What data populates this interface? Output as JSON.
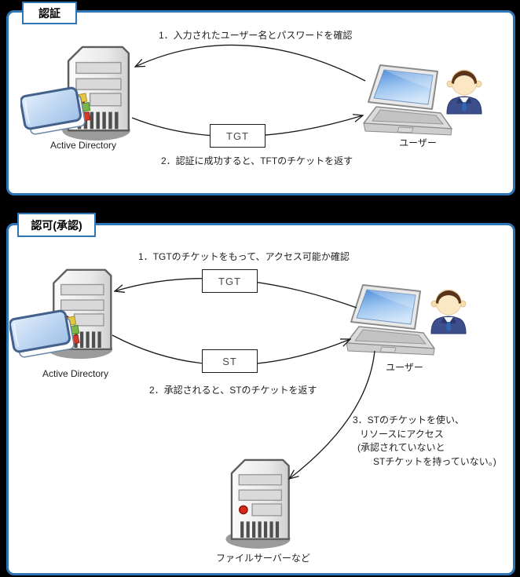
{
  "colors": {
    "background": "#000000",
    "panel_border": "#2E75B6",
    "panel_bg": "#FFFFFF",
    "arrow": "#1a1a1a",
    "led_red": "#d6281c",
    "screen_blue": "#7fb2e8",
    "book_blue": "#b9d3f0",
    "suit_blue": "#3c4f8c"
  },
  "icons": {
    "active_directory": "server-tower-with-directory-book",
    "user": "laptop-and-person",
    "file_server": "server-tower"
  },
  "auth_panel": {
    "title": "認証",
    "step1": "1．入力されたユーザー名とパスワードを確認",
    "ticket": "TGT",
    "step2": "2．認証に成功すると、TFTのチケットを返す",
    "server_label": "Active Directory",
    "user_label": "ユーザー"
  },
  "authz_panel": {
    "title": "認可(承認)",
    "step1": "1．TGTのチケットをもって、アクセス可能か確認",
    "ticket_tgt": "TGT",
    "ticket_st": "ST",
    "step2": "2．承認されると、STのチケットを返す",
    "step3_line1": "3．STのチケットを使い、",
    "step3_line2": "リソースにアクセス",
    "step3_line3": "(承認されていないと",
    "step3_line4": "STチケットを持っていない。)",
    "server_label": "Active Directory",
    "user_label": "ユーザー",
    "fileserver_label": "ファイルサーバーなど"
  }
}
